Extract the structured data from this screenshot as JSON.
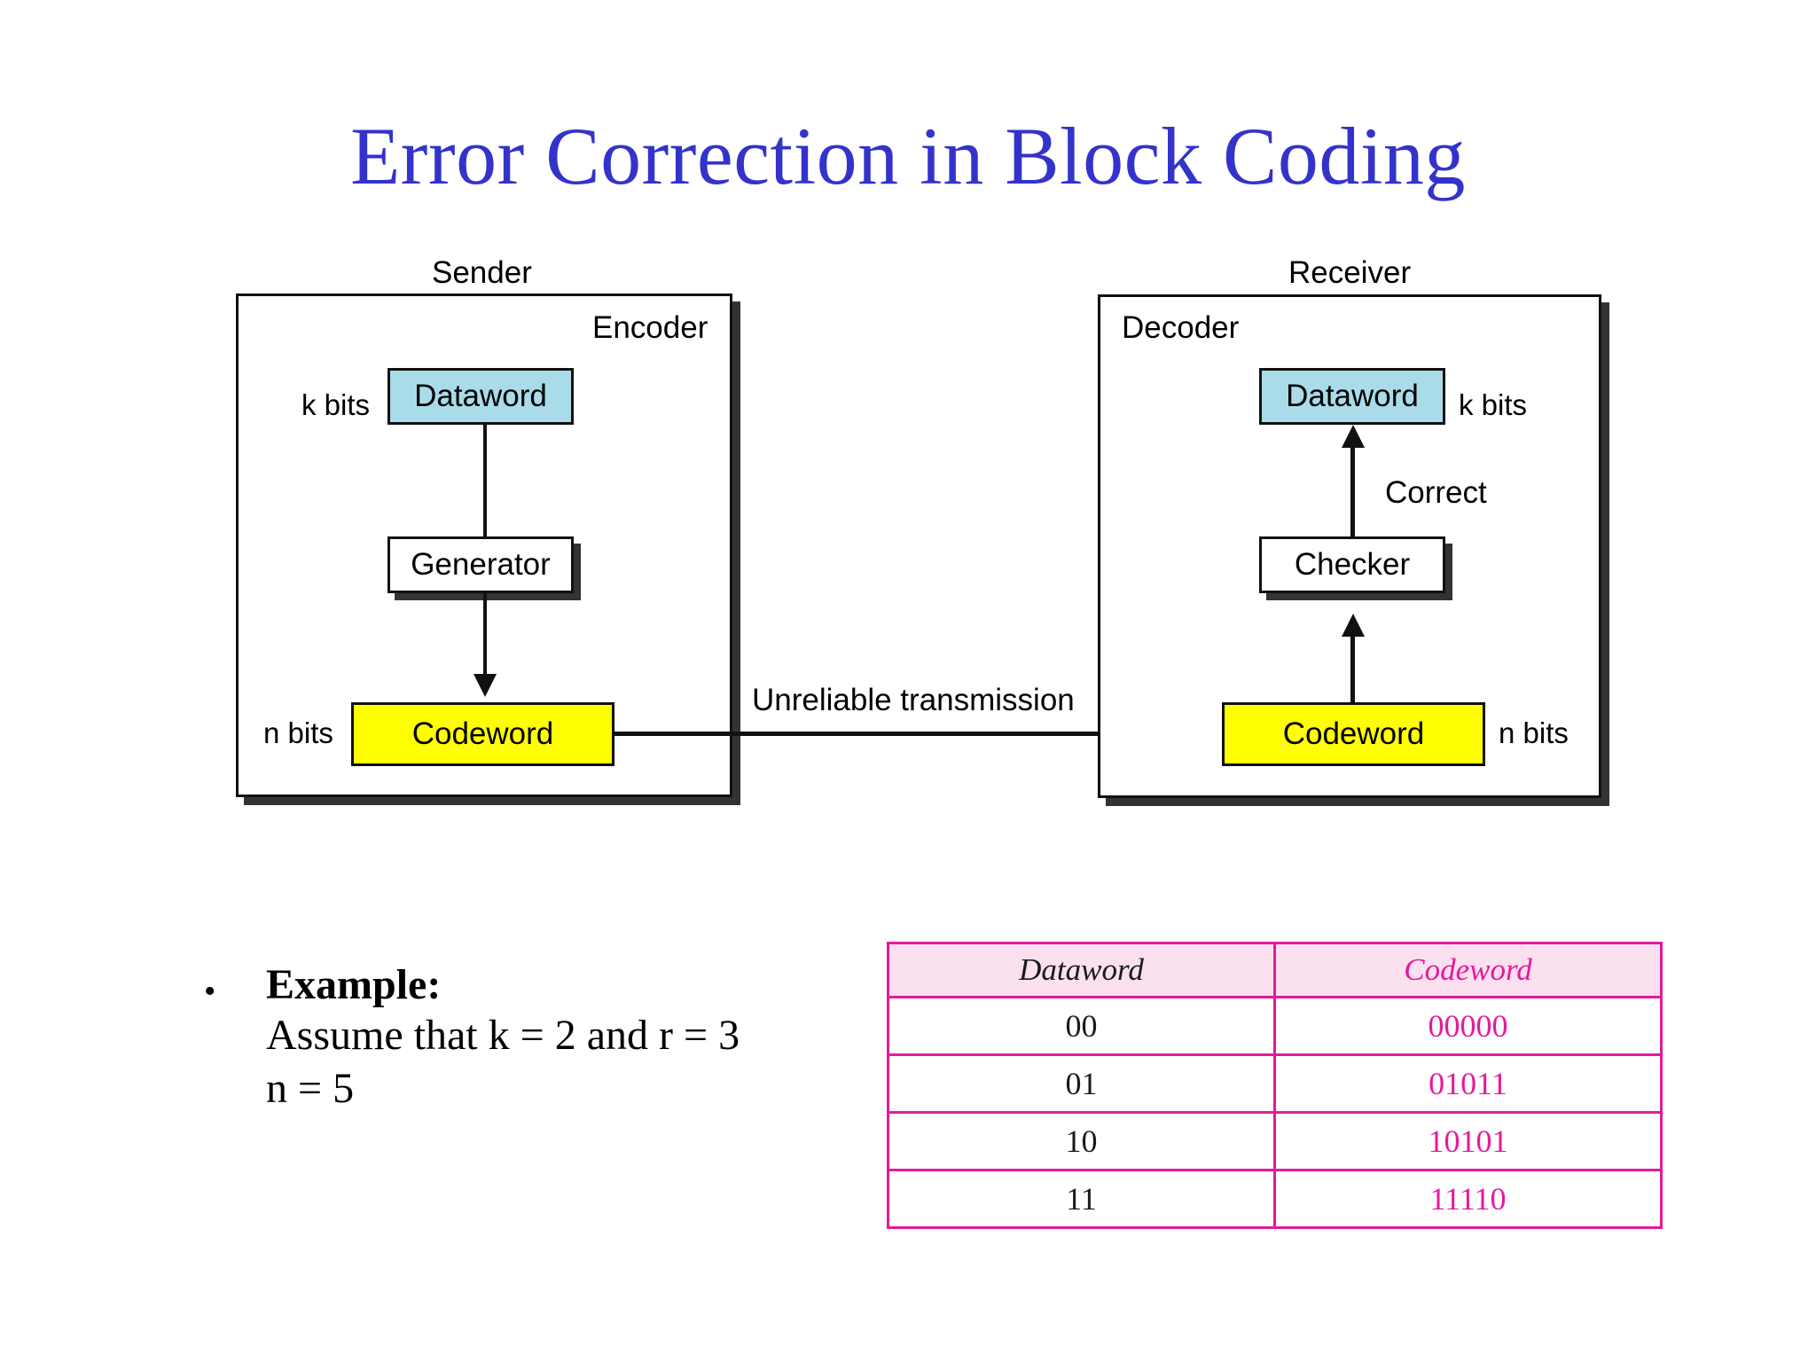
{
  "slide": {
    "title": "Error Correction in Block Coding",
    "title_color": "#3333cc"
  },
  "diagram": {
    "sender": {
      "outer_label": "Sender",
      "inner_label": "Encoder",
      "dataword_bits_label": "k bits",
      "dataword_label": "Dataword",
      "generator_label": "Generator",
      "codeword_bits_label": "n bits",
      "codeword_label": "Codeword"
    },
    "channel": {
      "label": "Unreliable transmission"
    },
    "receiver": {
      "outer_label": "Receiver",
      "inner_label": "Decoder",
      "dataword_label": "Dataword",
      "dataword_bits_label": "k bits",
      "correct_label": "Correct",
      "checker_label": "Checker",
      "codeword_label": "Codeword",
      "codeword_bits_label": "n bits"
    },
    "colors": {
      "dataword_fill": "#a9dce8",
      "codeword_fill": "#ffff00",
      "box_border": "#111111",
      "shadow": "#333333"
    }
  },
  "example": {
    "bullet_glyph": "•",
    "heading": "Example:",
    "line1": "Assume that k = 2 and r = 3",
    "line2": "n = 5"
  },
  "chart_data": {
    "type": "table",
    "title": "",
    "columns": [
      "Dataword",
      "Codeword"
    ],
    "rows": [
      [
        "00",
        "00000"
      ],
      [
        "01",
        "01011"
      ],
      [
        "10",
        "10101"
      ],
      [
        "11",
        "11110"
      ]
    ],
    "header_fill": "#fbe0ef",
    "border_color": "#e6199b",
    "dataword_text_color": "#1a1a1a",
    "codeword_text_color": "#e6199b"
  }
}
